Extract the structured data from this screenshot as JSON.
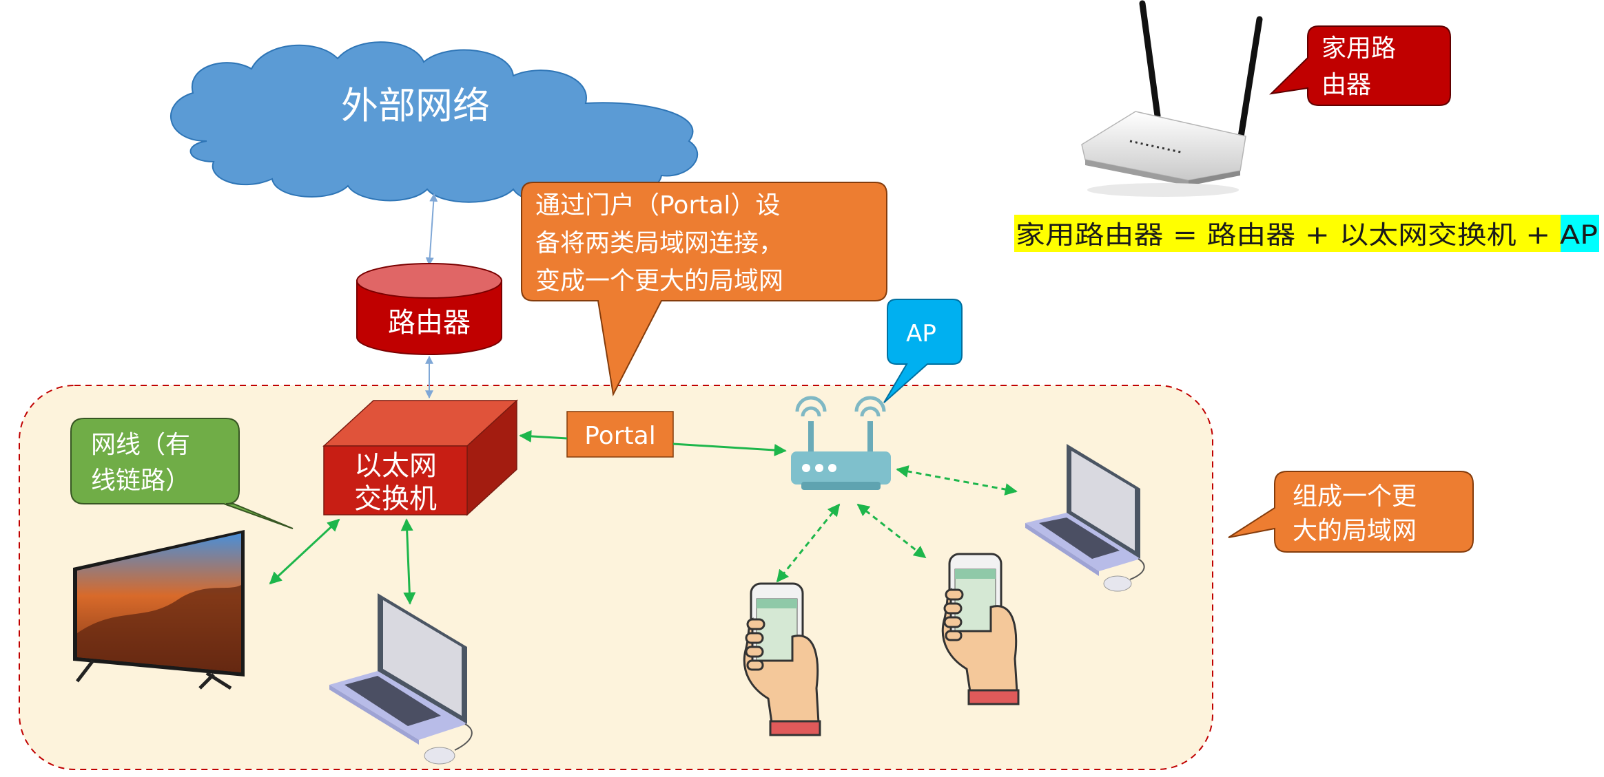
{
  "cloud": {
    "label": "外部网络"
  },
  "router": {
    "label": "路由器"
  },
  "switch": {
    "label_line1": "以太网",
    "label_line2": "交换机"
  },
  "portal": {
    "label": "Portal"
  },
  "ap_callout": {
    "label": "AP"
  },
  "portal_callout": {
    "line1": "通过门户（Portal）设",
    "line2": "备将两类局域网连接，",
    "line3": "变成一个更大的局域网"
  },
  "cable_callout": {
    "line1": "网线（有",
    "line2": "线链路）"
  },
  "lan_callout": {
    "line1": "组成一个更",
    "line2": "大的局域网"
  },
  "home_router_callout": {
    "line1": "家用路",
    "line2": "由器"
  },
  "formula": {
    "part1": "家用路由器 = 路由器 + 以太网交换机 + ",
    "part2": "AP"
  },
  "colors": {
    "cloud": "#5b9bd5",
    "router": "#c00000",
    "switch": "#c0392b",
    "callout_orange": "#ed7d31",
    "callout_green": "#70ad47",
    "callout_red": "#c00000",
    "callout_blue": "#00b0f0",
    "lan_fill": "#fdf3dc",
    "lan_border": "#c00000",
    "link_green": "#1db64b",
    "link_blue": "#8eb4e3",
    "highlight_yellow": "#ffff00",
    "highlight_cyan": "#00ffff"
  },
  "icons": [
    "cloud-icon",
    "router-icon",
    "switch-icon",
    "wireless-ap-icon",
    "tv-icon",
    "laptop-icon",
    "smartphone-icon",
    "home-router-icon"
  ]
}
